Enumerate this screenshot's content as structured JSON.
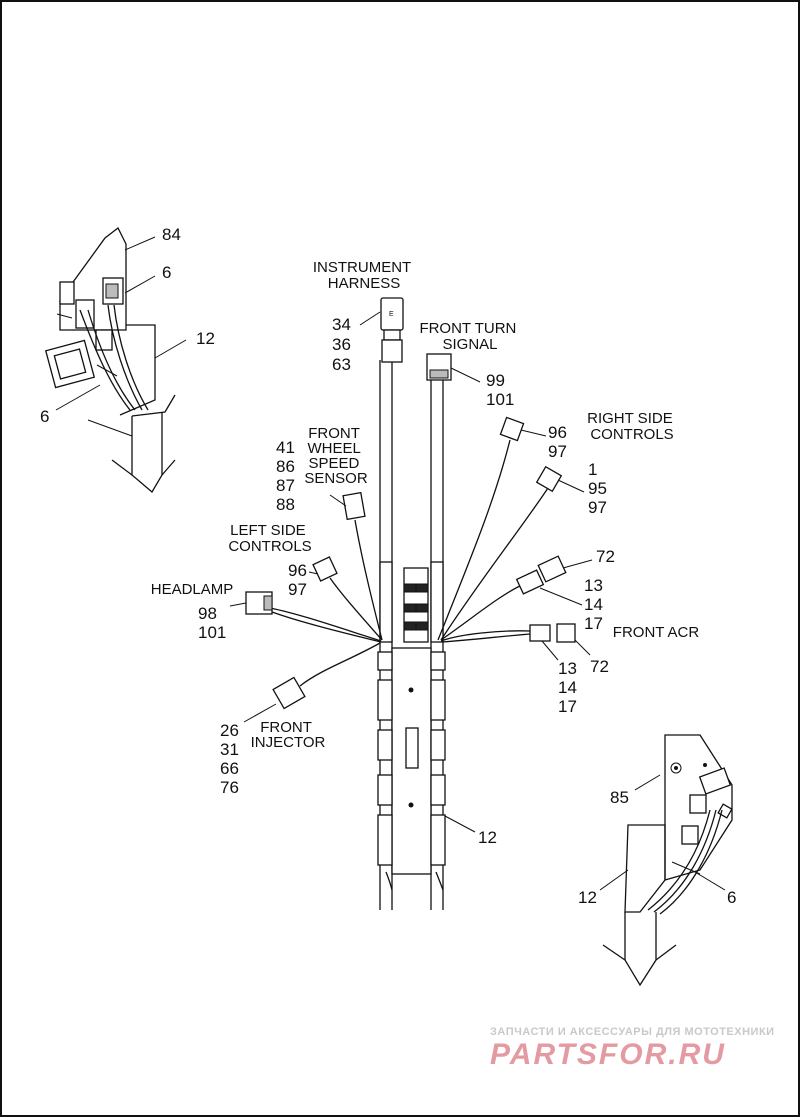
{
  "labels": {
    "instrument_harness": [
      "INSTRUMENT",
      "HARNESS"
    ],
    "front_turn_signal": [
      "FRONT TURN",
      "SIGNAL"
    ],
    "right_side_controls": [
      "RIGHT SIDE",
      "CONTROLS"
    ],
    "front_wheel_speed_sensor": [
      "FRONT",
      "WHEEL",
      "SPEED",
      "SENSOR"
    ],
    "left_side_controls": [
      "LEFT SIDE",
      "CONTROLS"
    ],
    "headlamp": [
      "HEADLAMP"
    ],
    "front_acr": [
      "FRONT ACR"
    ],
    "front_injector": [
      "FRONT",
      "INJECTOR"
    ]
  },
  "callouts": {
    "top_left_bracket": [
      "84"
    ],
    "top_left_clip": [
      "6"
    ],
    "top_left_harness": [
      "12"
    ],
    "top_left_clip_lower": [
      "6"
    ],
    "instrument": [
      "34",
      "36",
      "63"
    ],
    "turn_signal": [
      "99",
      "101"
    ],
    "right_upper_connector": [
      "96",
      "97"
    ],
    "right_controls": [
      "1",
      "95",
      "97"
    ],
    "wheel_speed": [
      "41",
      "86",
      "87",
      "88"
    ],
    "left_controls": [
      "96",
      "97"
    ],
    "headlamp": [
      "98",
      "101"
    ],
    "acr_upper_cap": [
      "72"
    ],
    "acr_upper": [
      "13",
      "14",
      "17"
    ],
    "acr_lower_cap": [
      "72"
    ],
    "acr_lower": [
      "13",
      "14",
      "17"
    ],
    "injector": [
      "26",
      "31",
      "66",
      "76"
    ],
    "main_harness": [
      "12"
    ],
    "bottom_right_bracket": [
      "85"
    ],
    "bottom_right_harness": [
      "12"
    ],
    "bottom_right_clip": [
      "6"
    ]
  },
  "watermark": {
    "line1": "ЗАПЧАСТИ И АКСЕССУАРЫ ДЛЯ МОТОТЕХНИКИ",
    "line2": "PARTSFOR.RU"
  }
}
